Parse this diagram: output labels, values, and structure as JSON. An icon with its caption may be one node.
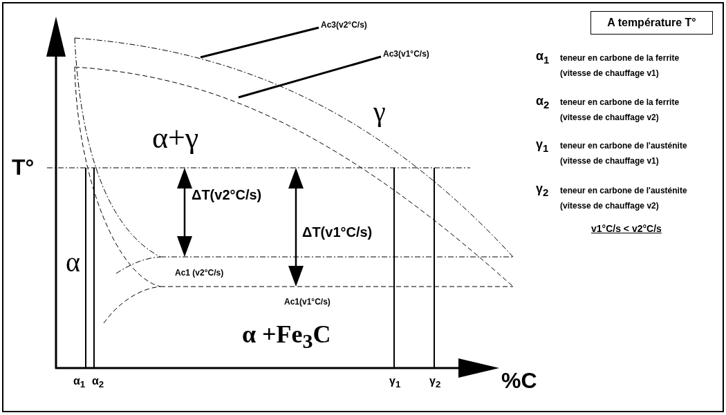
{
  "diagram": {
    "nodes": [
      {
        "text": [
          "Ac3(v2°C/s)"
        ]
      },
      {
        "text": [
          "Ac3(v1°C/s)"
        ]
      },
      {
        "text": [
          "A température T°"
        ]
      }
    ],
    "edges": [
      {
        "from": 0,
        "to": null,
        "arrow": "none"
      },
      {
        "from": 1,
        "to": null,
        "arrow": "none"
      }
    ],
    "labels": [
      "γ",
      "α+γ",
      "T°",
      "ΔT(v2°C/s)",
      "ΔT(v1°C/s)",
      "α",
      "Ac1 (v2°C/s)",
      "Ac1(v1°C/s)",
      "α +Fe$_{3}$C",
      "α$_{1}$",
      "α$_{2}$",
      "γ$_{1}$",
      "γ$_{2}$",
      "%C",
      "α$_{1}$",
      "teneur en carbone de la ferrite",
      "(vitesse de chauffage v1)",
      "α$_{2}$",
      "teneur en carbone de la ferrite",
      "(vitesse de chauffage v2)",
      "γ$_{1}$",
      "teneur en carbone de l'austénite",
      "(vitesse de chauffage v1)",
      "γ$_{2}$",
      "teneur en carbone de l'austénite",
      "(vitesse de chauffage v2)",
      "v1°C/s < v2°C/s"
    ]
  }
}
